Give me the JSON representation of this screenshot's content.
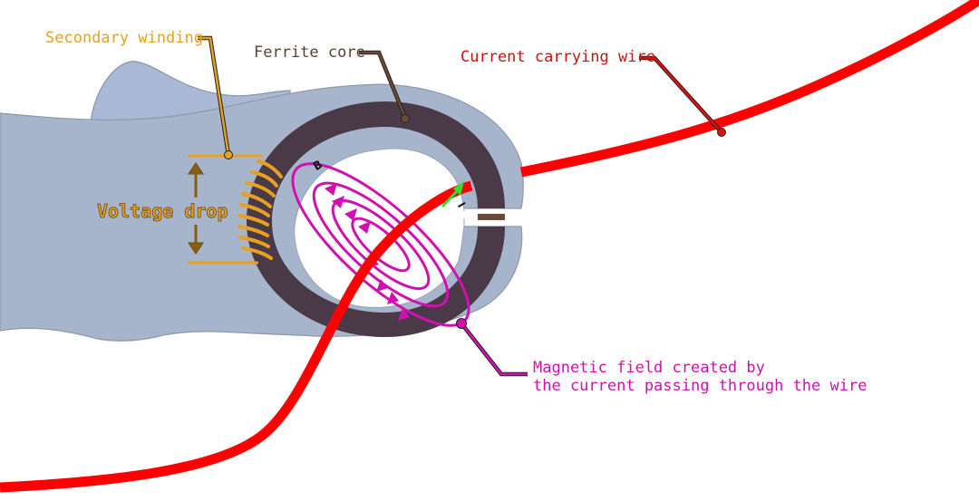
{
  "diagram": {
    "title": "Current clamp principle",
    "labels": {
      "secondary_winding": "Secondary winding",
      "ferrite_core": "Ferrite core",
      "current_wire": "Current carrying wire",
      "voltage_drop": "Voltage drop",
      "magnetic_field_line1": "Magnetic field created by",
      "magnetic_field_line2": "the current passing through the wire",
      "b_symbol": "B",
      "i_symbol": "I"
    },
    "colors": {
      "secondary_winding": "#e8a020",
      "ferrite_core": "#4a3a48",
      "ferrite_label": "#5a4030",
      "clamp_body": "#a6b4cc",
      "wire": "#ff0000",
      "wire_label": "#cc1010",
      "magnetic_field": "#d010b0",
      "voltage_drop": "#8a6010",
      "current_arrow": "#30e030"
    }
  }
}
